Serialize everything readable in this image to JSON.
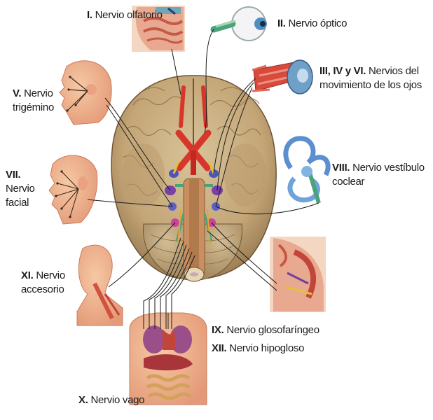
{
  "labels": {
    "olfatorio": {
      "numeral": "I.",
      "text": "Nervio olfatorio"
    },
    "optico": {
      "numeral": "II.",
      "text": "Nervio óptico"
    },
    "oculomotores": {
      "numeral": "III, IV y VI.",
      "line1": "Nervios del",
      "line2": "movimiento de los ojos"
    },
    "trigemino": {
      "numeral": "V.",
      "line1": "Nervio",
      "line2": "trigémino"
    },
    "facial": {
      "numeral": "VII.",
      "line1": "Nervio",
      "line2": "facial"
    },
    "vestibulococlear": {
      "numeral": "VIII.",
      "line1": "Nervio vestíbulo",
      "line2": "coclear"
    },
    "accesorio": {
      "numeral": "XI.",
      "line1": "Nervio",
      "line2": "accesorio"
    },
    "glosofaringeo": {
      "numeral": "IX.",
      "text": "Nervio glosofaríngeo"
    },
    "hipogloso": {
      "numeral": "XII.",
      "text": "Nervio hipogloso"
    },
    "vago": {
      "numeral": "X.",
      "text": "Nervio vago"
    }
  }
}
